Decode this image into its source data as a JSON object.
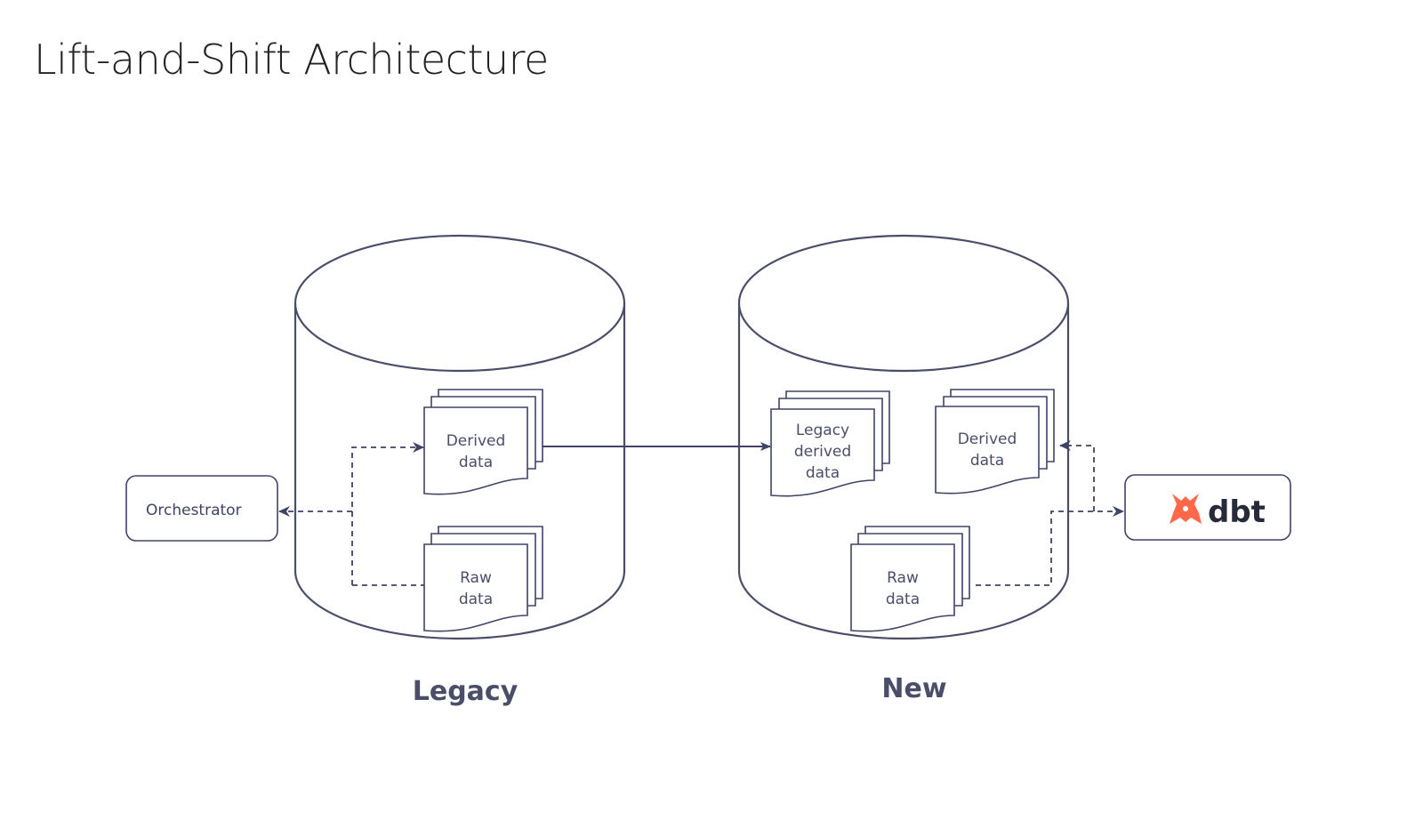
{
  "title": "Lift-and-Shift Architecture",
  "orchestrator": {
    "label": "Orchestrator"
  },
  "dbt": {
    "label": "dbt",
    "accent": "#ff694a"
  },
  "legacy": {
    "label": "Legacy",
    "derived": [
      "Derived",
      "data"
    ],
    "raw": [
      "Raw",
      "data"
    ]
  },
  "new": {
    "label": "New",
    "legacy_derived": [
      "Legacy",
      "derived",
      "data"
    ],
    "derived": [
      "Derived",
      "data"
    ],
    "raw": [
      "Raw",
      "data"
    ]
  },
  "colors": {
    "stroke": "#4a4e69",
    "line": "#3f4366",
    "dbt_orange": "#ff694a"
  }
}
